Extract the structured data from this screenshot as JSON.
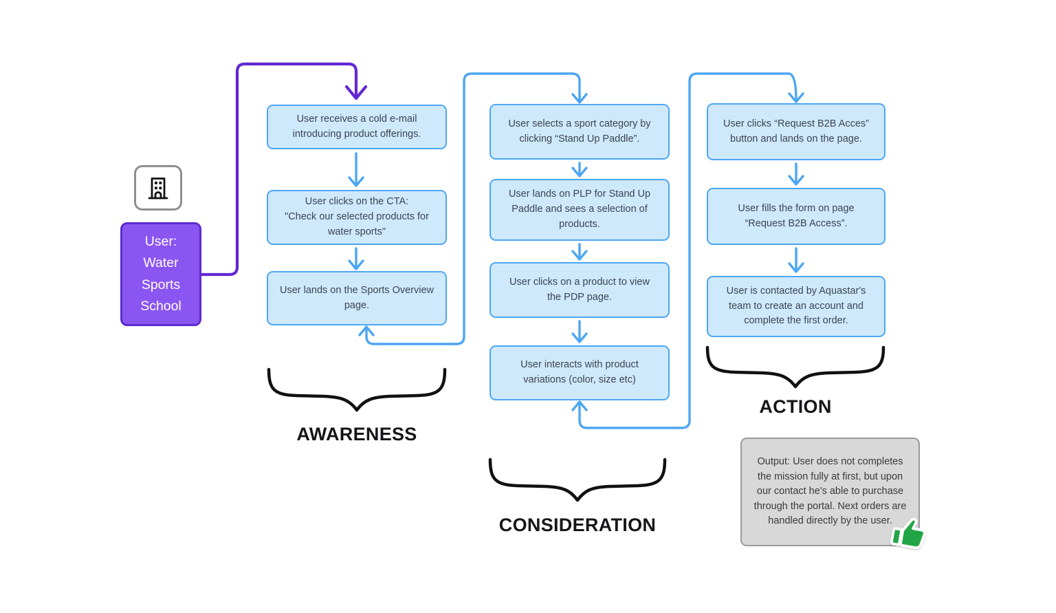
{
  "diagram": {
    "persona": {
      "label": "User:\nWater\nSports\nSchool",
      "icon": "building-icon"
    },
    "stages": [
      {
        "name": "AWARENESS",
        "steps": [
          {
            "text": "User receives a cold e-mail introducing product offerings."
          },
          {
            "text": "User clicks on the CTA:\n\"Check our selected products for water sports\""
          },
          {
            "text": "User lands on the Sports Overview page."
          }
        ]
      },
      {
        "name": "CONSIDERATION",
        "steps": [
          {
            "text": "User selects a sport category by clicking “Stand Up Paddle”."
          },
          {
            "text": "User lands on PLP for Stand Up Paddle and sees a selection of products."
          },
          {
            "text": "User clicks on a product to view the PDP page."
          },
          {
            "text": "User interacts with product variations (color, size etc)"
          }
        ]
      },
      {
        "name": "ACTION",
        "steps": [
          {
            "text": "User clicks “Request B2B Acces” button and lands on the page."
          },
          {
            "text": "User fills the form on page “Request B2B Access”."
          },
          {
            "text": "User is contacted by Aquastar's team to create an account and complete the first order."
          }
        ]
      }
    ],
    "output_note": {
      "text": "Output: User does not completes the mission fully at first, but upon our contact he's able to purchase through the portal. Next orders are handled directly by the user.",
      "icon": "thumbs-up-icon"
    },
    "colors": {
      "step_fill": "#cee9fc",
      "step_border": "#4da6f3",
      "connector_blue": "#4da6f3",
      "persona_fill": "#8b55f2",
      "persona_border": "#5d2ccc",
      "connector_purple": "#6328d2",
      "note_fill": "#d8d8d8",
      "note_border": "#9a9a9a",
      "thumb_green": "#22a546",
      "label_black": "#15161a"
    }
  }
}
